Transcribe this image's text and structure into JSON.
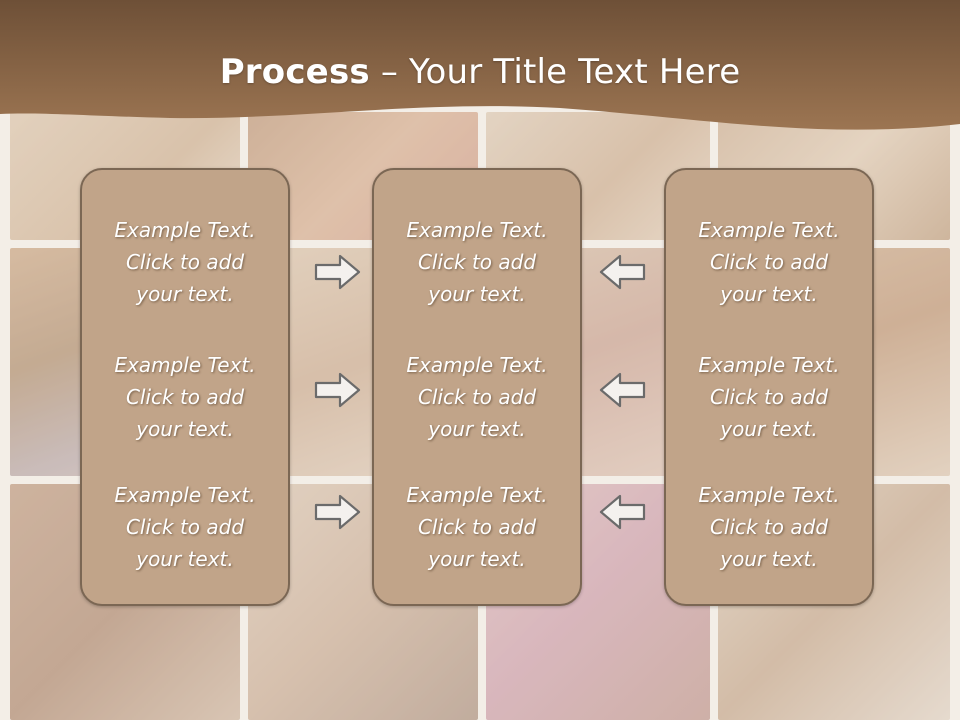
{
  "slide": {
    "title_bold": "Process",
    "title_rest": " – Your Title Text Here"
  },
  "columns": [
    {
      "items": [
        {
          "line1": "Example Text.",
          "line2": "Click  to add",
          "line3": "your text."
        },
        {
          "line1": "Example Text.",
          "line2": "Click  to add",
          "line3": "your text."
        },
        {
          "line1": "Example Text.",
          "line2": "Click  to add",
          "line3": "your text."
        }
      ]
    },
    {
      "items": [
        {
          "line1": "Example Text.",
          "line2": "Click  to add",
          "line3": "your text."
        },
        {
          "line1": "Example Text.",
          "line2": "Click  to add",
          "line3": "your text."
        },
        {
          "line1": "Example Text.",
          "line2": "Click  to add",
          "line3": "your text."
        }
      ]
    },
    {
      "items": [
        {
          "line1": "Example Text.",
          "line2": "Click  to add",
          "line3": "your text."
        },
        {
          "line1": "Example Text.",
          "line2": "Click  to add",
          "line3": "your text."
        },
        {
          "line1": "Example Text.",
          "line2": "Click  to add",
          "line3": "your text."
        }
      ]
    }
  ],
  "arrows": {
    "left_group": "arrow-right-icon",
    "right_group": "arrow-left-icon"
  },
  "colors": {
    "banner": "#7a5a3c",
    "box_fill": "#c1a489",
    "box_border": "#7b6754"
  }
}
